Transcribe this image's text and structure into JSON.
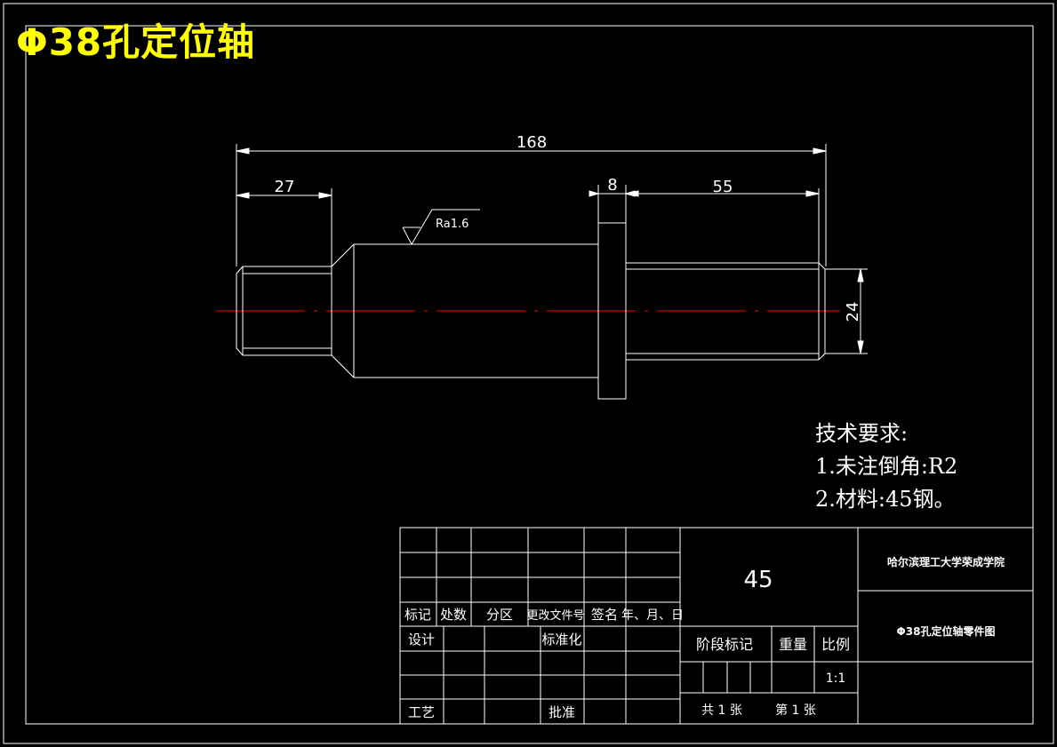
{
  "drawing_title": "Φ38孔定位轴",
  "dimensions": {
    "overall_length": "168",
    "left_section": "27",
    "flange_width": "8",
    "right_section": "55",
    "right_diameter": "24",
    "surface_roughness": "Ra1.6"
  },
  "technical_requirements": {
    "heading": "技术要求:",
    "items": [
      "1.未注倒角:R2",
      "2.材料:45钢。"
    ]
  },
  "title_block": {
    "material": "45",
    "institution": "哈尔滨理工大学荣成学院",
    "drawing_name": "Φ38孔定位轴零件图",
    "revision_headers": [
      "标记",
      "处数",
      "分区",
      "更改文件号",
      "签名",
      "年、月、日"
    ],
    "design_label": "设计",
    "standardization_label": "标准化",
    "process_label": "工艺",
    "approval_label": "批准",
    "stage_mark_label": "阶段标记",
    "weight_label": "重量",
    "scale_label": "比例",
    "scale_value": "1:1",
    "sheet_count": "共 1 张",
    "sheet_number": "第 1 张"
  },
  "colors": {
    "background": "#000000",
    "lines": "#ffffff",
    "title": "#ffff00",
    "centerline": "#ff0000"
  }
}
